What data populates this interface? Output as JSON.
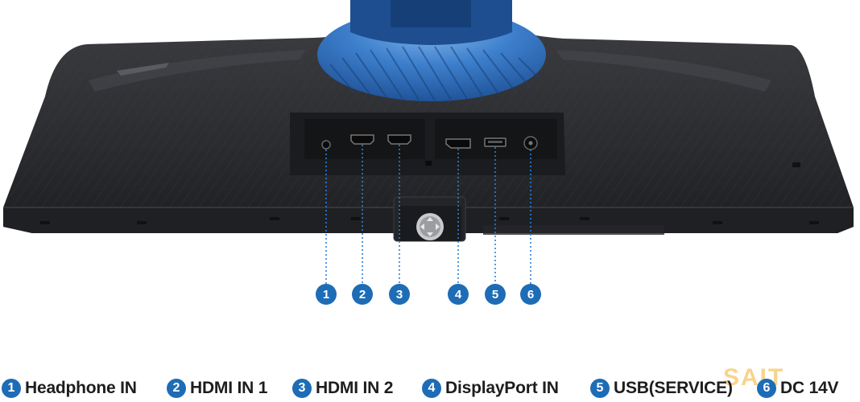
{
  "colors": {
    "accent_blue": "#1e6cb6",
    "monitor_body": "#2a2b2e",
    "stand_ring": "#2f6fc0"
  },
  "callouts": [
    "1",
    "2",
    "3",
    "4",
    "5",
    "6"
  ],
  "legend": [
    {
      "num": "1",
      "label": "Headphone IN"
    },
    {
      "num": "2",
      "label": "HDMI IN 1"
    },
    {
      "num": "3",
      "label": "HDMI IN 2"
    },
    {
      "num": "4",
      "label": "DisplayPort IN"
    },
    {
      "num": "5",
      "label": "USB(SERVICE)"
    },
    {
      "num": "6",
      "label": "DC 14V"
    }
  ],
  "watermark": "SAIT",
  "icons": [
    "joystick-icon",
    "headphone-jack-icon",
    "hdmi-port-icon",
    "displayport-icon",
    "usb-port-icon",
    "dc-power-icon"
  ]
}
